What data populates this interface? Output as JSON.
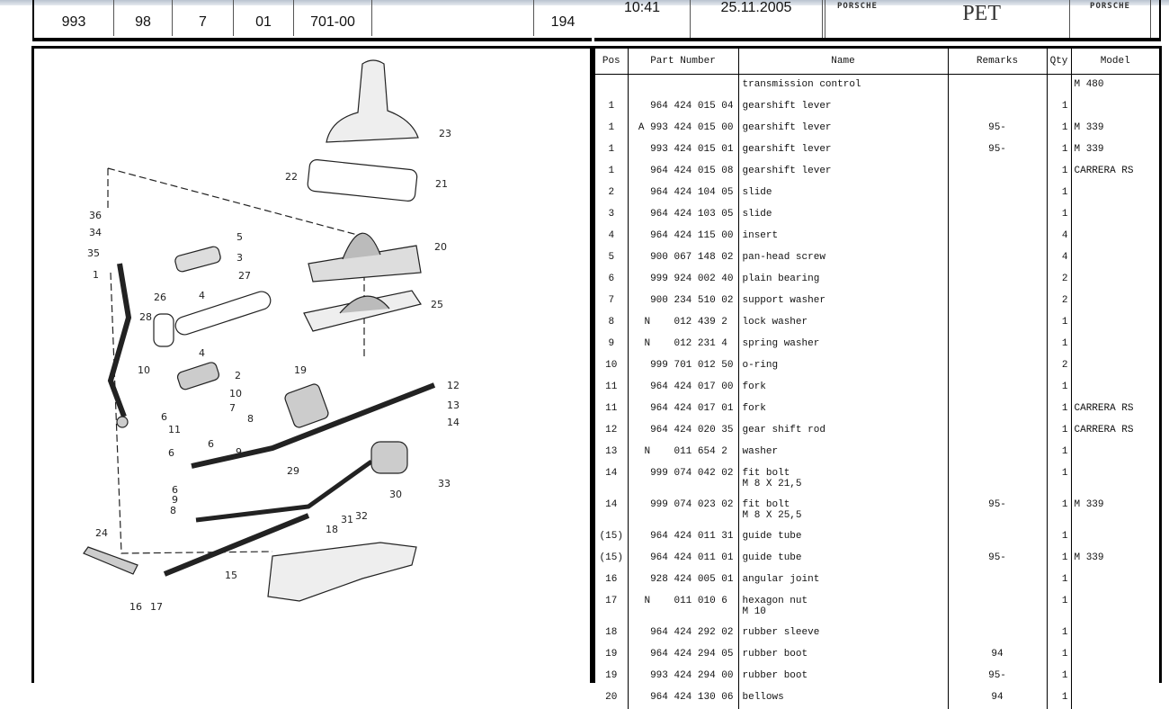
{
  "header": {
    "model": "993",
    "year": "98",
    "group": "7",
    "subgroup": "01",
    "illustration": "701-00",
    "blank": "",
    "page": "194",
    "time": "10:41",
    "date": "25.11.2005",
    "brand_left": "PORSCHE",
    "app_name": "PET",
    "brand_right": "PORSCHE"
  },
  "diagram": {
    "callouts": [
      "36",
      "34",
      "35",
      "1",
      "5",
      "3",
      "27",
      "26",
      "4",
      "28",
      "4",
      "10",
      "2",
      "10",
      "19",
      "7",
      "8",
      "6",
      "11",
      "6",
      "9",
      "6",
      "12",
      "13",
      "14",
      "23",
      "22",
      "21",
      "20",
      "25",
      "29",
      "30",
      "33",
      "6",
      "9",
      "8",
      "18",
      "31",
      "32",
      "24",
      "15",
      "16",
      "17"
    ]
  },
  "table": {
    "columns": [
      "Pos",
      "Part Number",
      "Name",
      "Remarks",
      "Qty",
      "Model"
    ],
    "rows": [
      {
        "pos": "",
        "pn": "",
        "name": "transmission control",
        "remarks": "",
        "qty": "",
        "model": "M 480"
      },
      {
        "pos": "1",
        "pn": "964 424 015 04",
        "name": "gearshift lever",
        "remarks": "",
        "qty": "1",
        "model": ""
      },
      {
        "pos": "1",
        "pn": "A 993 424 015 00",
        "name": "gearshift lever",
        "remarks": "95-",
        "qty": "1",
        "model": "M 339"
      },
      {
        "pos": "1",
        "pn": "993 424 015 01",
        "name": "gearshift lever",
        "remarks": "95-",
        "qty": "1",
        "model": "M 339"
      },
      {
        "pos": "1",
        "pn": "964 424 015 08",
        "name": "gearshift lever",
        "remarks": "",
        "qty": "1",
        "model": "CARRERA RS"
      },
      {
        "pos": "2",
        "pn": "964 424 104 05",
        "name": "slide",
        "remarks": "",
        "qty": "1",
        "model": ""
      },
      {
        "pos": "3",
        "pn": "964 424 103 05",
        "name": "slide",
        "remarks": "",
        "qty": "1",
        "model": ""
      },
      {
        "pos": "4",
        "pn": "964 424 115 00",
        "name": "insert",
        "remarks": "",
        "qty": "4",
        "model": ""
      },
      {
        "pos": "5",
        "pn": "900 067 148 02",
        "name": "pan-head screw",
        "remarks": "",
        "qty": "4",
        "model": ""
      },
      {
        "pos": "6",
        "pn": "999 924 002 40",
        "name": "plain bearing",
        "remarks": "",
        "qty": "2",
        "model": ""
      },
      {
        "pos": "7",
        "pn": "900 234 510 02",
        "name": "support washer",
        "remarks": "",
        "qty": "2",
        "model": ""
      },
      {
        "pos": "8",
        "pn": "N    012 439 2 ",
        "name": "lock washer",
        "remarks": "",
        "qty": "1",
        "model": ""
      },
      {
        "pos": "9",
        "pn": "N    012 231 4 ",
        "name": "spring washer",
        "remarks": "",
        "qty": "1",
        "model": ""
      },
      {
        "pos": "10",
        "pn": "999 701 012 50",
        "name": "o-ring",
        "remarks": "",
        "qty": "2",
        "model": ""
      },
      {
        "pos": "11",
        "pn": "964 424 017 00",
        "name": "fork",
        "remarks": "",
        "qty": "1",
        "model": ""
      },
      {
        "pos": "11",
        "pn": "964 424 017 01",
        "name": "fork",
        "remarks": "",
        "qty": "1",
        "model": "CARRERA RS"
      },
      {
        "pos": "12",
        "pn": "964 424 020 35",
        "name": "gear shift rod",
        "remarks": "",
        "qty": "1",
        "model": "CARRERA RS"
      },
      {
        "pos": "13",
        "pn": "N    011 654 2 ",
        "name": "washer",
        "remarks": "",
        "qty": "1",
        "model": ""
      },
      {
        "pos": "14",
        "pn": "999 074 042 02",
        "name": "fit bolt\nM 8 X 21,5",
        "remarks": "",
        "qty": "1",
        "model": ""
      },
      {
        "pos": "14",
        "pn": "999 074 023 02",
        "name": "fit bolt\nM 8 X 25,5",
        "remarks": "95-",
        "qty": "1",
        "model": "M 339"
      },
      {
        "pos": "(15)",
        "pn": "964 424 011 31",
        "name": "guide tube",
        "remarks": "",
        "qty": "1",
        "model": ""
      },
      {
        "pos": "(15)",
        "pn": "964 424 011 01",
        "name": "guide tube",
        "remarks": "95-",
        "qty": "1",
        "model": "M 339"
      },
      {
        "pos": "16",
        "pn": "928 424 005 01",
        "name": "angular joint",
        "remarks": "",
        "qty": "1",
        "model": ""
      },
      {
        "pos": "17",
        "pn": "N    011 010 6 ",
        "name": "hexagon nut\nM 10",
        "remarks": "",
        "qty": "1",
        "model": ""
      },
      {
        "pos": "18",
        "pn": "964 424 292 02",
        "name": "rubber sleeve",
        "remarks": "",
        "qty": "1",
        "model": ""
      },
      {
        "pos": "19",
        "pn": "964 424 294 05",
        "name": "rubber boot",
        "remarks": "94",
        "qty": "1",
        "model": ""
      },
      {
        "pos": "19",
        "pn": "993 424 294 00",
        "name": "rubber boot",
        "remarks": "95-",
        "qty": "1",
        "model": ""
      },
      {
        "pos": "20",
        "pn": "964 424 130 06",
        "name": "bellows",
        "remarks": "94",
        "qty": "1",
        "model": ""
      }
    ]
  }
}
